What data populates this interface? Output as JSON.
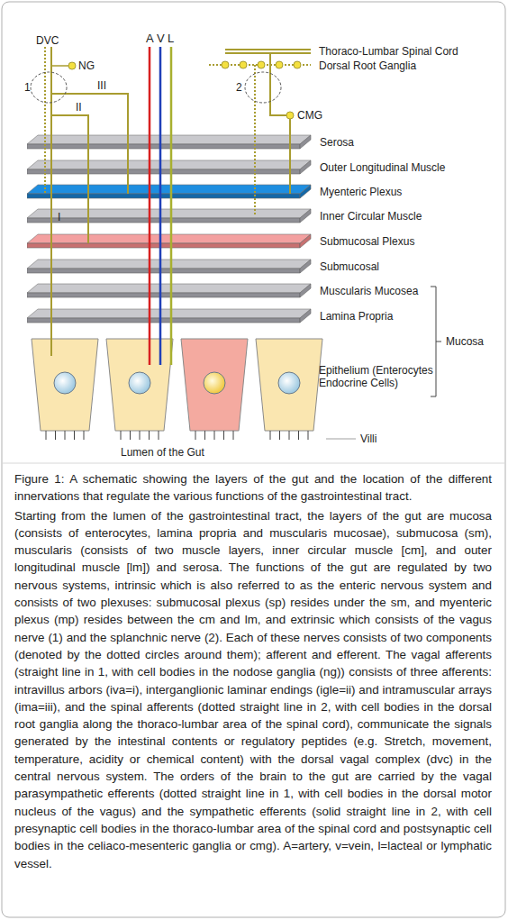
{
  "diagram": {
    "caption": "Figure 1: A schematic showing the layers of the gut and the location of the different innervations that regulate the various functions of the gastrointestinal tract.",
    "nodes": [
      {
        "text": [
          "Serosa"
        ]
      },
      {
        "text": [
          "Outer Longitudinal Muscle"
        ]
      },
      {
        "text": [
          "Myenteric Plexus"
        ]
      },
      {
        "text": [
          "Inner Circular Muscle"
        ]
      },
      {
        "text": [
          "Submucosal Plexus"
        ]
      },
      {
        "text": [
          "Submucosal"
        ]
      },
      {
        "text": [
          "Muscularis Mucosea"
        ]
      },
      {
        "text": [
          "Lamina Propria"
        ]
      }
    ],
    "labels": [
      "DVC",
      "NG",
      "1",
      "III",
      "II",
      "I",
      "A",
      "V",
      "L",
      "Thoraco-Lumbar Spinal Cord",
      "Dorsal Root Ganglia",
      "2",
      "CMG",
      "Mucosa",
      "Epithelium (Enterocytes Endocrine Cells)",
      "Lumen of the Gut",
      "Villi",
      "Starting from the lumen of the gastrointestinal tract, the layers of the gut are mucosa (consists of enterocytes, lamina propria and muscularis mucosae), submucosa (sm), muscularis (consists of two muscle layers, inner circular muscle [cm], and outer longitudinal muscle [lm]) and serosa. The functions of the gut are regulated by two nervous systems, intrinsic which is also referred to as the enteric nervous system and consists of two plexuses: submucosal plexus (sp) resides under the sm, and myenteric plexus (mp) resides between the cm and lm, and extrinsic which consists of the vagus nerve (1) and the splanchnic nerve (2). Each of these nerves consists of two components (denoted by the dotted circles around them); afferent and efferent. The vagal afferents (straight line in 1, with cell bodies in the nodose ganglia (ng)) consists of three afferents: intravillus arbors (iva=i), interganglionic laminar endings (igle=ii) and intramuscular arrays (ima=iii), and the spinal afferents (dotted straight line in 2, with cell bodies in the dorsal root ganglia along the thoraco-lumbar area of the spinal cord), communicate the signals generated by the intestinal contents or regulatory peptides (e.g. Stretch, movement, temperature, acidity or chemical content) with the dorsal vagal complex (dvc) in the central nervous system. The orders of the brain to the gut are carried by the vagal parasympathetic efferents (dotted straight line in 1, with cell bodies in the dorsal motor nucleus of the vagus) and the sympathetic efferents (solid straight line in 2, with cell presynaptic cell bodies in the thoraco-lumbar area of the spinal cord and postsynaptic cell bodies in the celiaco-mesenteric ganglia or cmg). A=artery, v=vein, l=lacteal or lymphatic vessel."
    ]
  }
}
